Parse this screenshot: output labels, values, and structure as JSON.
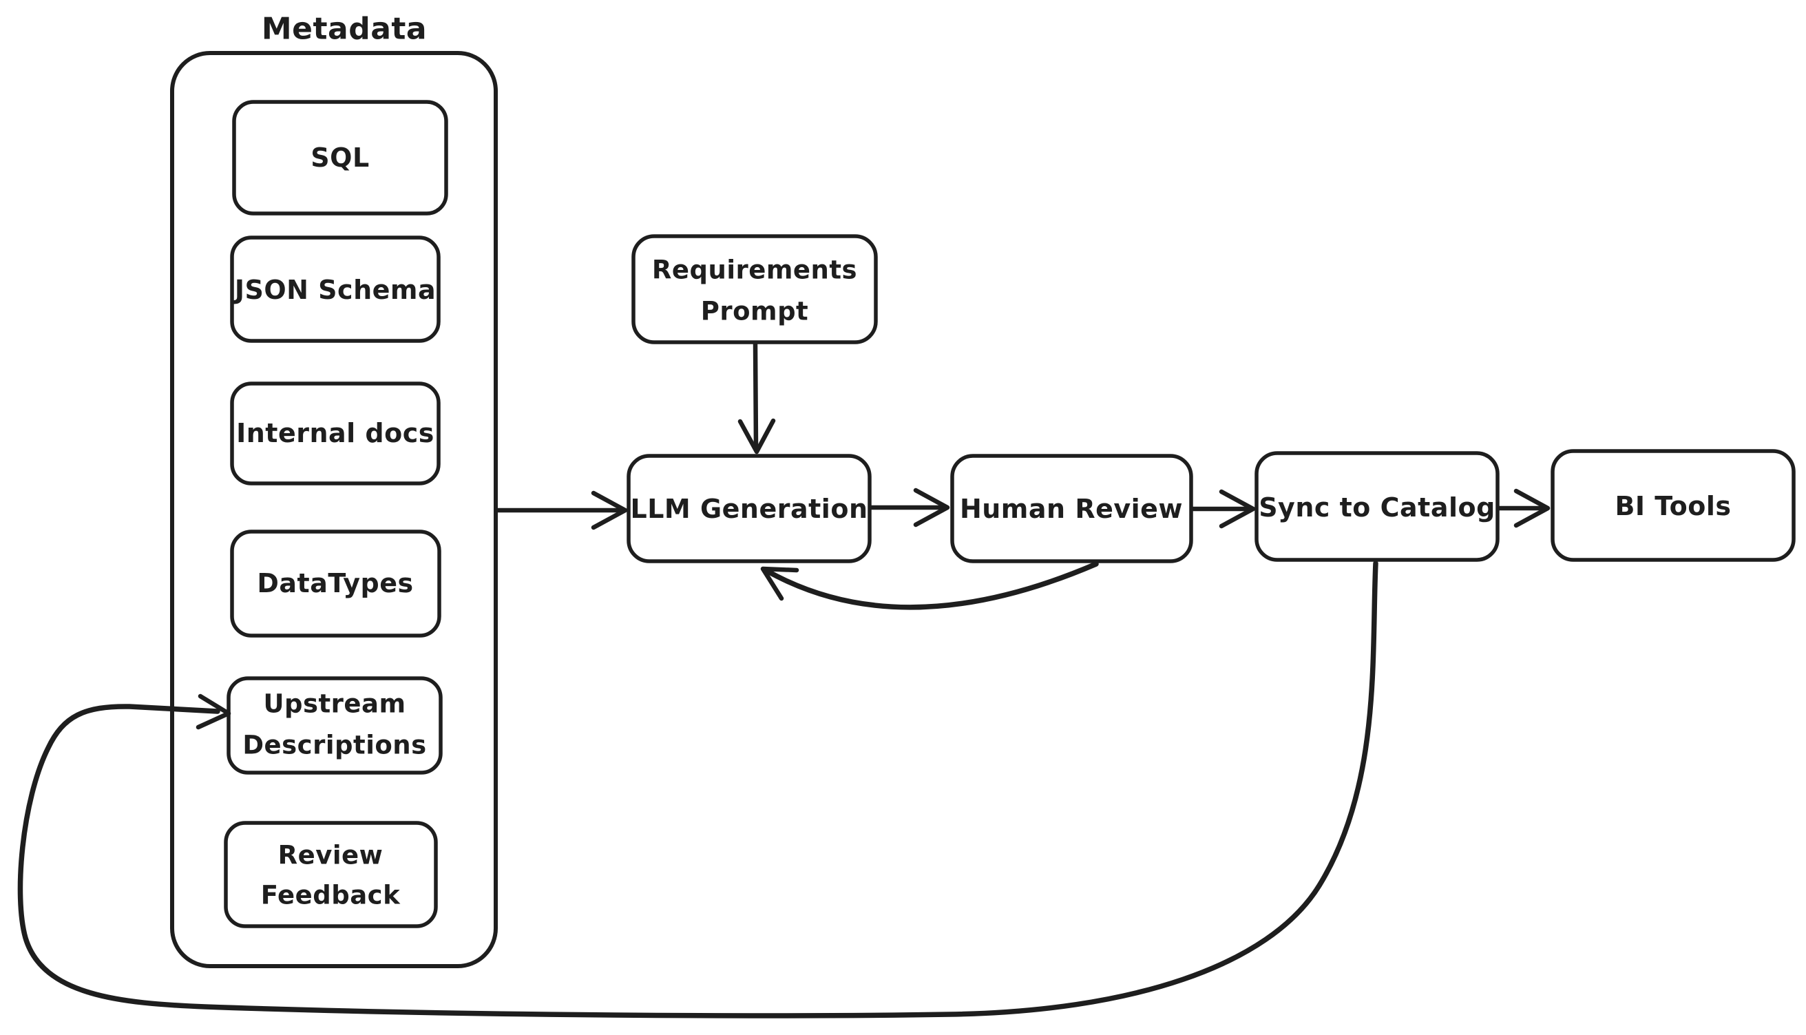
{
  "colors": {
    "ink": "#1e1e1e",
    "background": "#ffffff"
  },
  "nodes": {
    "metadata": {
      "label": "Metadata"
    },
    "sql": {
      "label": "SQL"
    },
    "json_schema": {
      "label": "JSON Schema"
    },
    "internal_docs": {
      "label": "Internal docs"
    },
    "datatypes": {
      "label": "DataTypes"
    },
    "upstream": {
      "line1": "Upstream",
      "line2": "Descriptions"
    },
    "review_feedback": {
      "line1": "Review",
      "line2": "Feedback"
    },
    "requirements": {
      "line1": "Requirements",
      "line2": "Prompt"
    },
    "llm": {
      "label": "LLM Generation"
    },
    "human_review": {
      "label": "Human Review"
    },
    "sync": {
      "label": "Sync to Catalog"
    },
    "bi_tools": {
      "label": "BI Tools"
    }
  },
  "edges": [
    {
      "from": "Metadata",
      "to": "LLM Generation"
    },
    {
      "from": "Requirements Prompt",
      "to": "LLM Generation"
    },
    {
      "from": "LLM Generation",
      "to": "Human Review"
    },
    {
      "from": "Human Review",
      "to": "LLM Generation"
    },
    {
      "from": "Human Review",
      "to": "Sync to Catalog"
    },
    {
      "from": "Sync to Catalog",
      "to": "BI Tools"
    },
    {
      "from": "Sync to Catalog",
      "to": "Upstream Descriptions"
    }
  ]
}
